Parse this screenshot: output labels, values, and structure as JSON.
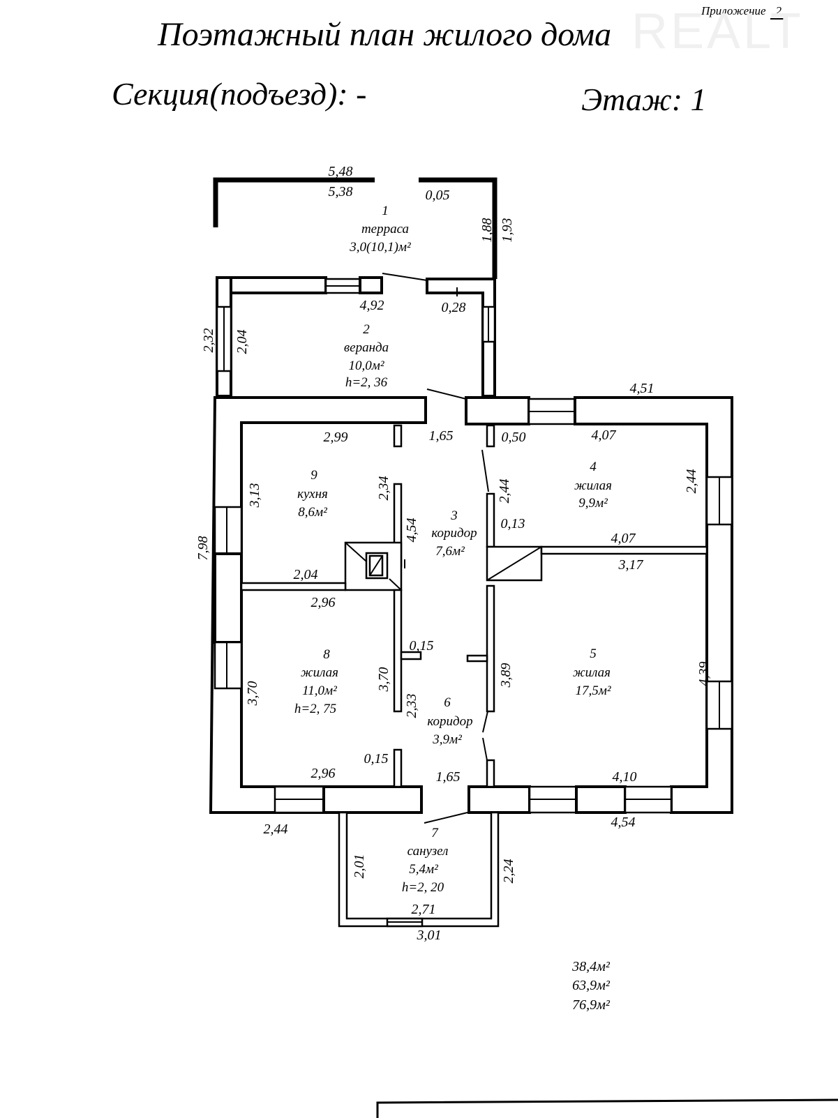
{
  "header": {
    "appendix_label": "Приложение",
    "appendix_number": "2",
    "title": "Поэтажный план жилого дома",
    "section": "Секция(подъезд): -",
    "floor": "Этаж: 1",
    "watermark": "REALT"
  },
  "rooms": [
    {
      "number": "1",
      "name": "терраса",
      "area": "3,0(10,1)м²"
    },
    {
      "number": "2",
      "name": "веранда",
      "area": "10,0м²",
      "height": "h=2, 36"
    },
    {
      "number": "3",
      "name": "коридор",
      "area": "7,6м²"
    },
    {
      "number": "4",
      "name": "жилая",
      "area": "9,9м²"
    },
    {
      "number": "5",
      "name": "жилая",
      "area": "17,5м²"
    },
    {
      "number": "6",
      "name": "коридор",
      "area": "3,9м²"
    },
    {
      "number": "7",
      "name": "санузел",
      "area": "5,4м²",
      "height": "h=2, 20"
    },
    {
      "number": "8",
      "name": "жилая",
      "area": "11,0м²",
      "height": "h=2, 75"
    },
    {
      "number": "9",
      "name": "кухня",
      "area": "8,6м²"
    }
  ],
  "dimensions": [
    "5,48",
    "5,38",
    "0,05",
    "1,88",
    "1,93",
    "4,92",
    "0,28",
    "2,32",
    "2,04",
    "2,99",
    "1,65",
    "0,50",
    "4,51",
    "4,07",
    "3,13",
    "2,34",
    "4,54",
    "2,44",
    "0,13",
    "2,44",
    "4,07",
    "3,17",
    "7,98",
    "2,04",
    "2,96",
    "0,15",
    "3,70",
    "3,70",
    "2,33",
    "3,89",
    "4,39",
    "0,15",
    "2,96",
    "1,65",
    "4,10",
    "2,44",
    "4,54",
    "2,01",
    "2,24",
    "2,71",
    "3,01"
  ],
  "totals": [
    "38,4м²",
    "63,9м²",
    "76,9м²"
  ]
}
